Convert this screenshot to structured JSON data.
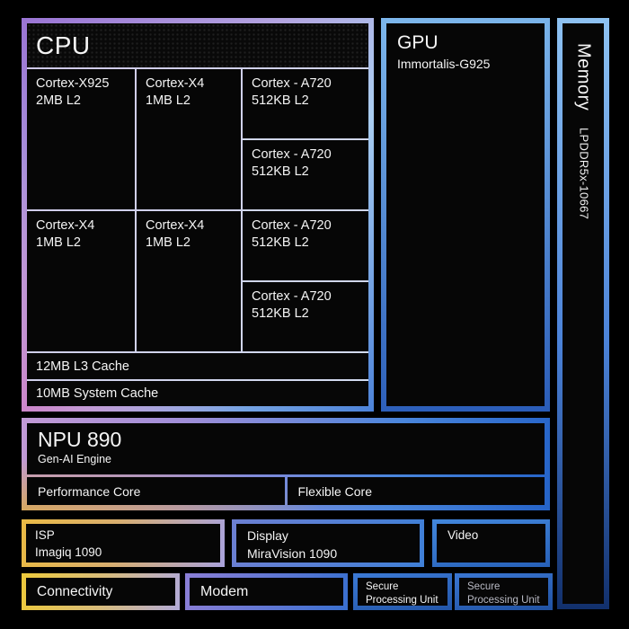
{
  "colors": {
    "background": "#000000",
    "cpu_border_top_left": "#9a74d4",
    "cpu_border_top_right": "#a9cdf0",
    "cpu_border_bottom_left": "#cf82c8",
    "cpu_border_bottom_right": "#4c82d8",
    "cpu_divider": "#d2dcf0",
    "gpu_border_top": "#7db7ec",
    "gpu_border_bottom": "#2a5cb8",
    "memory_border_top": "#8ec2f2",
    "memory_border_bottom": "#12306c",
    "npu_border_left": "#d9a958",
    "npu_border_mid": "#a08ed8",
    "npu_border_right": "#2563c8",
    "gold": "#eaba44",
    "lavender": "#a9a2dc",
    "blue": "#3f7fd6",
    "text": "#f5f5f5",
    "spu2_text": "#b9bac4"
  },
  "cpu": {
    "title": "CPU",
    "cores": [
      {
        "name": "Cortex-X925",
        "cache": "2MB L2"
      },
      {
        "name": "Cortex-X4",
        "cache": "1MB L2"
      },
      {
        "name": "Cortex - A720",
        "cache": "512KB L2"
      },
      {
        "name": "Cortex - A720",
        "cache": "512KB L2"
      },
      {
        "name": "Cortex-X4",
        "cache": "1MB L2"
      },
      {
        "name": "Cortex-X4",
        "cache": "1MB L2"
      },
      {
        "name": "Cortex - A720",
        "cache": "512KB L2"
      },
      {
        "name": "Cortex - A720",
        "cache": "512KB L2"
      }
    ],
    "l3_cache": "12MB L3 Cache",
    "system_cache": "10MB System Cache"
  },
  "gpu": {
    "title": "GPU",
    "subtitle": "Immortalis-G925"
  },
  "memory": {
    "title": "Memory",
    "subtitle": "LPDDR5x-10667"
  },
  "npu": {
    "title": "NPU 890",
    "subtitle": "Gen-AI Engine",
    "cores": [
      "Performance Core",
      "Flexible Core"
    ]
  },
  "isp": {
    "line1": "ISP",
    "line2": "Imagiq 1090"
  },
  "display": {
    "line1": "Display",
    "line2": "MiraVision 1090"
  },
  "video": {
    "label": "Video"
  },
  "connectivity": {
    "label": "Connectivity"
  },
  "modem": {
    "label": "Modem"
  },
  "secure_units": [
    {
      "line1": "Secure",
      "line2": "Processing Unit"
    },
    {
      "line1": "Secure",
      "line2": "Processing Unit"
    }
  ]
}
